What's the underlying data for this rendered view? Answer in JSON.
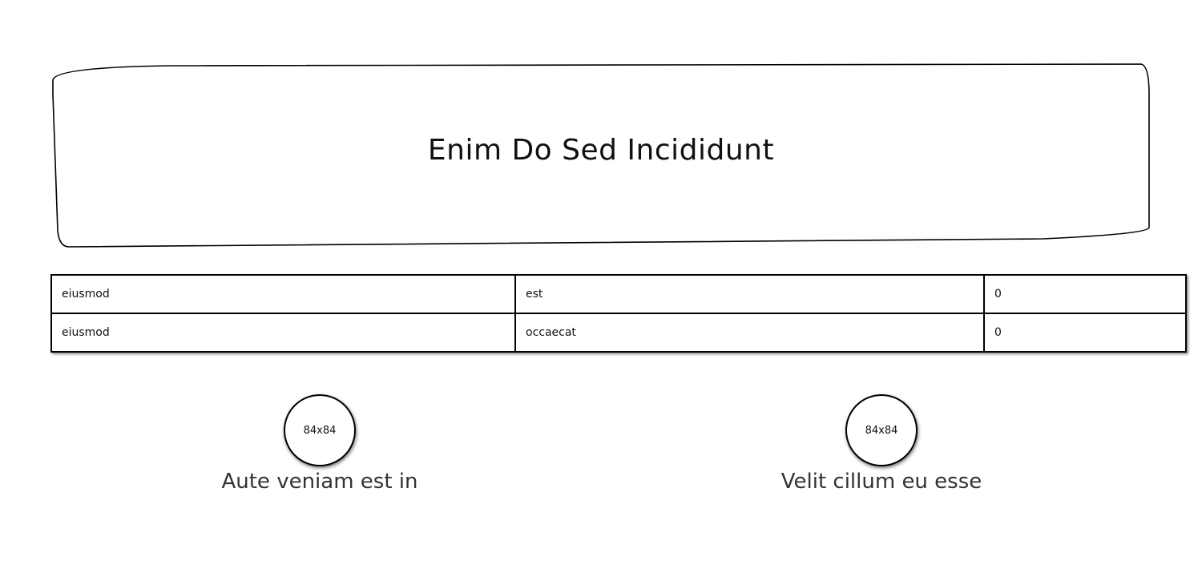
{
  "header": {
    "title": "Enim Do Sed Incididunt"
  },
  "table": {
    "rows": [
      [
        "eiusmod",
        "est",
        "0"
      ],
      [
        "eiusmod",
        "occaecat",
        "0"
      ]
    ]
  },
  "profiles": [
    {
      "avatar_label": "84x84",
      "caption": "Aute veniam est in"
    },
    {
      "avatar_label": "84x84",
      "caption": "Velit cillum eu esse"
    }
  ],
  "colors": {
    "stroke": "#000000",
    "text": "#111111",
    "caption_text": "#333333",
    "background": "#ffffff"
  }
}
